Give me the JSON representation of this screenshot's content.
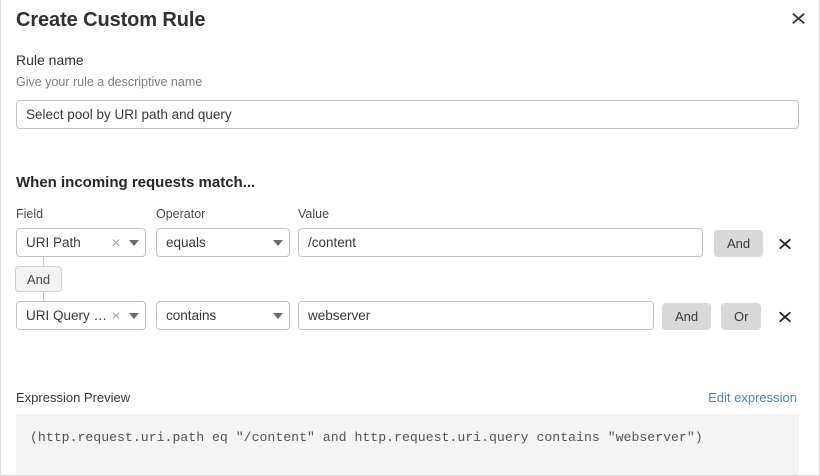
{
  "dialog": {
    "title": "Create Custom Rule",
    "close_icon": "close-icon"
  },
  "rule_name": {
    "label": "Rule name",
    "description": "Give your rule a descriptive name",
    "value": "Select pool by URI path and query",
    "placeholder": "Select pool by URI path and query"
  },
  "conditions_section": {
    "heading": "When incoming requests match...",
    "columns": {
      "field": "Field",
      "operator": "Operator",
      "value": "Value"
    },
    "connector_badge": "And",
    "rows": [
      {
        "field": "URI Path",
        "field_full": "URI Path",
        "operator": "equals",
        "value": "/content",
        "buttons": [
          "And"
        ],
        "remove_icon": "close-icon",
        "clear_icon": "clear-icon",
        "caret_icon": "chevron-down-icon"
      },
      {
        "field": "URI Query St...",
        "field_full": "URI Query String",
        "operator": "contains",
        "value": "webserver",
        "buttons": [
          "And",
          "Or"
        ],
        "remove_icon": "close-icon",
        "clear_icon": "clear-icon",
        "caret_icon": "chevron-down-icon"
      }
    ]
  },
  "expression_preview": {
    "label": "Expression Preview",
    "edit_link": "Edit expression",
    "expression": "(http.request.uri.path eq \"/content\" and http.request.uri.query contains \"webserver\")"
  },
  "colors": {
    "link": "#5b86a8",
    "logic_button_bg": "#d8d8d8",
    "panel_bg": "#f4f4f4",
    "border": "#c4c4c4"
  }
}
